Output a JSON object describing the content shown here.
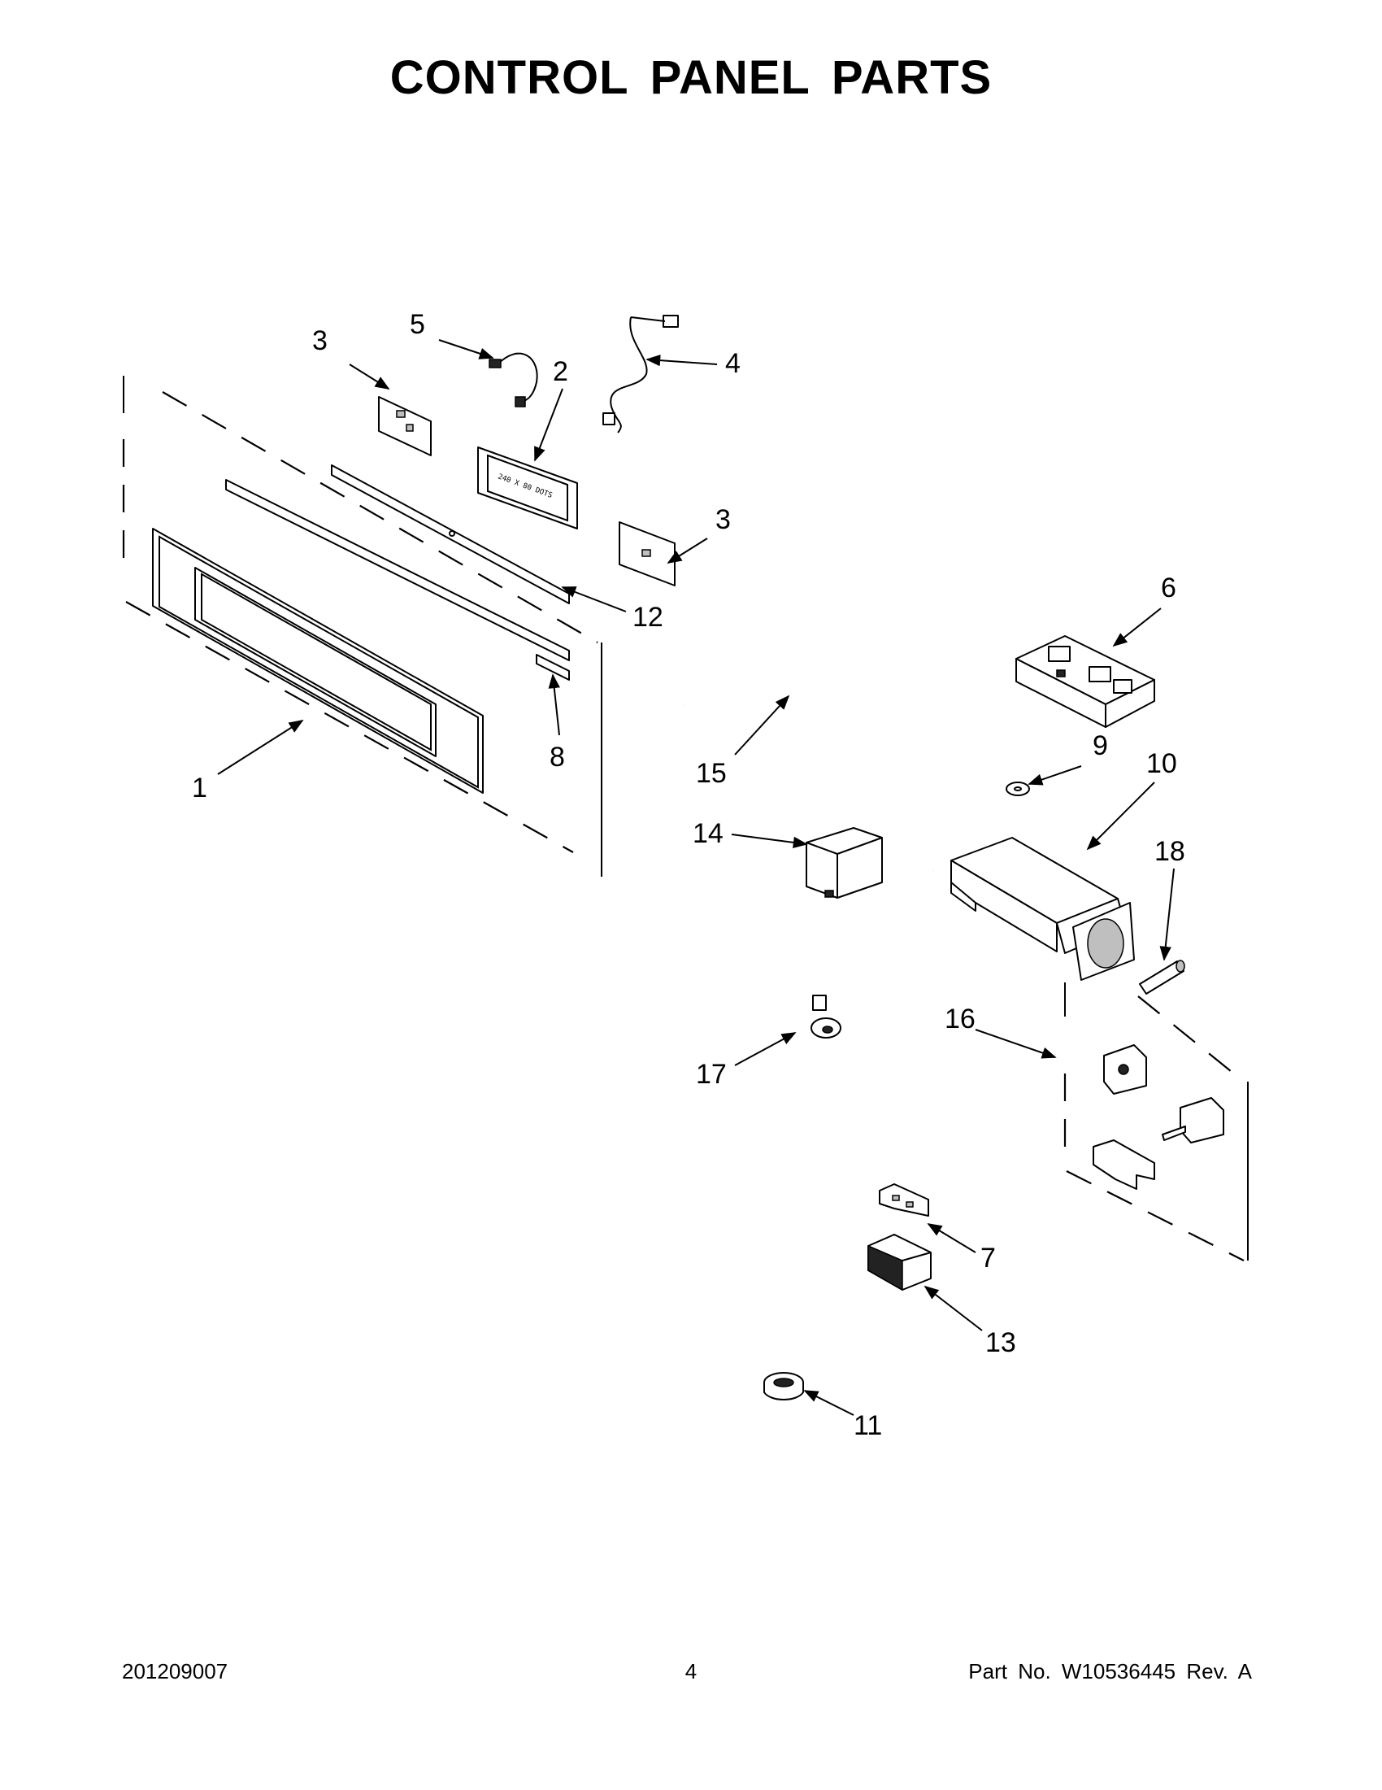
{
  "page": {
    "title": "CONTROL PANEL PARTS",
    "footer": {
      "date_code": "201209007",
      "page_number": "4",
      "part_number": "Part No.  W10536445  Rev.  A"
    }
  },
  "callouts": [
    {
      "id": "c1",
      "label": "1"
    },
    {
      "id": "c2",
      "label": "2"
    },
    {
      "id": "c3a",
      "label": "3"
    },
    {
      "id": "c3b",
      "label": "3"
    },
    {
      "id": "c4",
      "label": "4"
    },
    {
      "id": "c5",
      "label": "5"
    },
    {
      "id": "c6",
      "label": "6"
    },
    {
      "id": "c7",
      "label": "7"
    },
    {
      "id": "c8",
      "label": "8"
    },
    {
      "id": "c9",
      "label": "9"
    },
    {
      "id": "c10",
      "label": "10"
    },
    {
      "id": "c11",
      "label": "11"
    },
    {
      "id": "c12",
      "label": "12"
    },
    {
      "id": "c13",
      "label": "13"
    },
    {
      "id": "c14",
      "label": "14"
    },
    {
      "id": "c15",
      "label": "15"
    },
    {
      "id": "c16",
      "label": "16"
    },
    {
      "id": "c17",
      "label": "17"
    },
    {
      "id": "c18",
      "label": "18"
    }
  ],
  "display_text": "240 X 80 DOTS"
}
